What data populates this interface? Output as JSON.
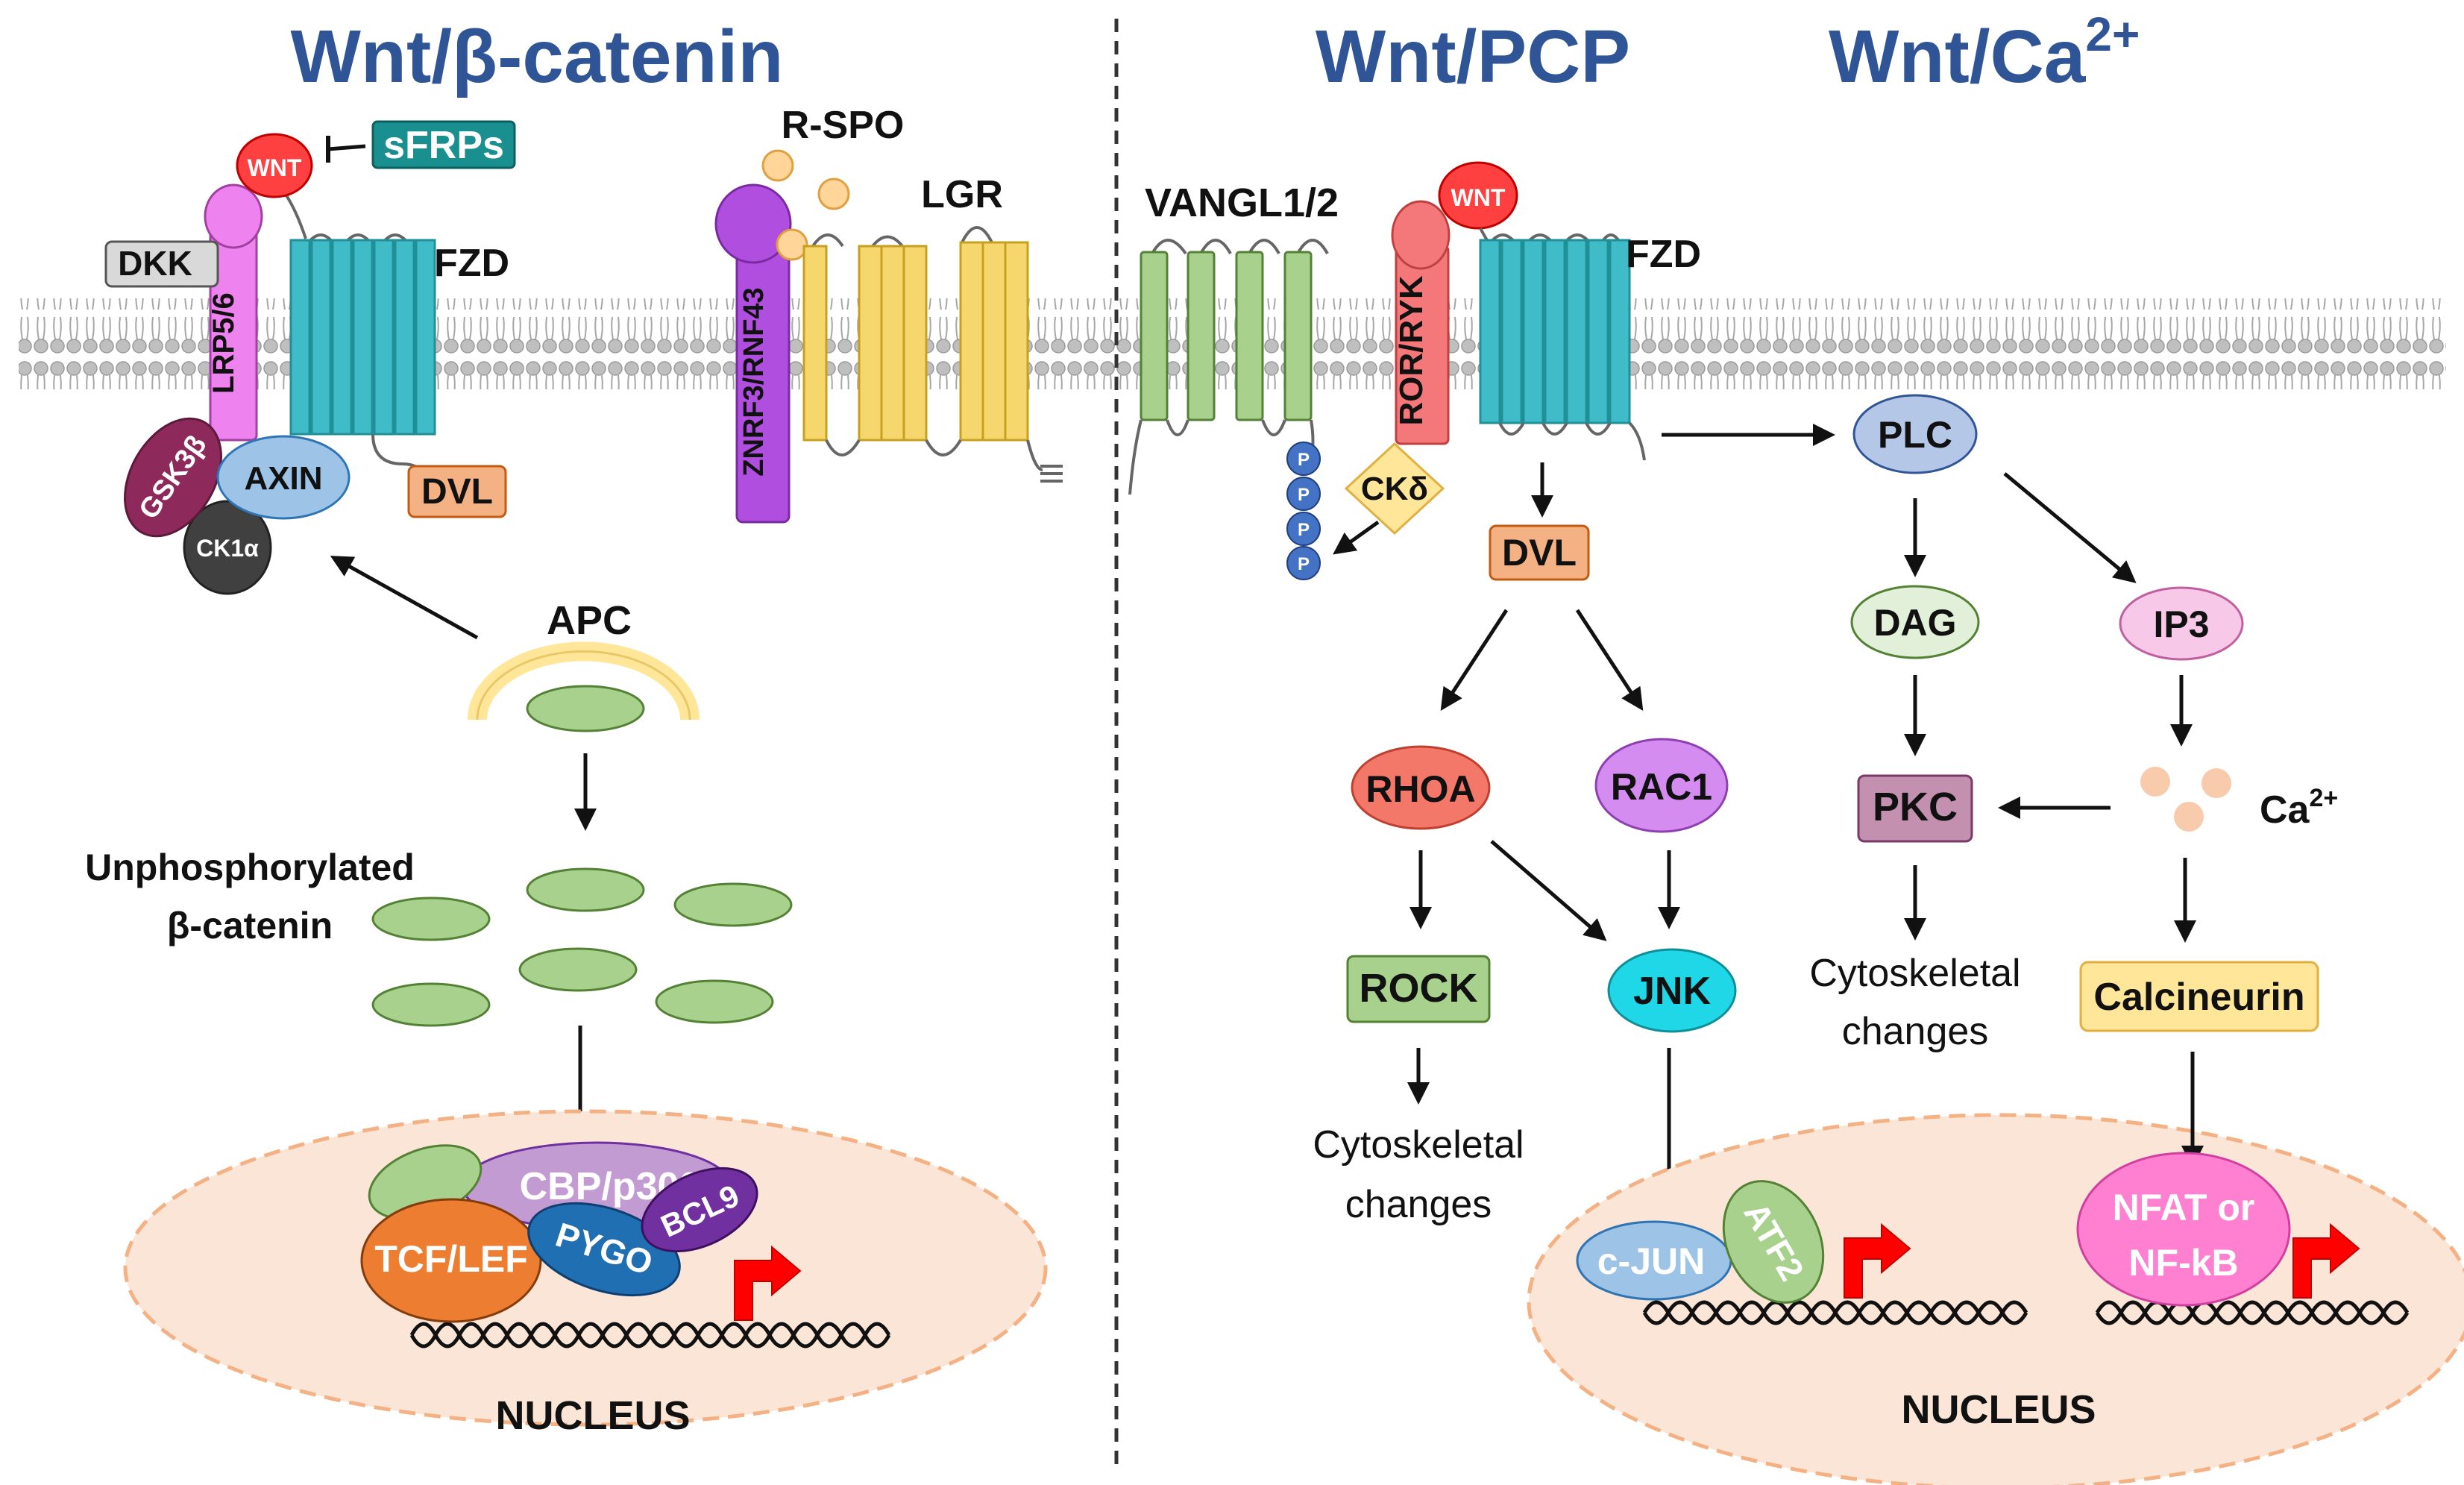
{
  "titles": {
    "canonical": "Wnt/β-catenin",
    "pcp": "Wnt/PCP",
    "calcium_base": "Wnt/Ca",
    "calcium_sup": "2+"
  },
  "left": {
    "wnt": "WNT",
    "sfrps": "sFRPs",
    "dkk": "DKK",
    "lrp": "LRP5/6",
    "fzd": "FZD",
    "gsk3b": "GSK3β",
    "axin": "AXIN",
    "ck1a": "CK1α",
    "dvl": "DVL",
    "rspo": "R-SPO",
    "lgr": "LGR",
    "znrf": "ZNRF3/RNF43",
    "apc": "APC",
    "unphos_line1": "Unphosphorylated",
    "unphos_line2": "β-catenin",
    "cbp": "CBP/p300",
    "tcf": "TCF/LEF",
    "pygo": "PYGO",
    "bcl9": "BCL9",
    "nucleus": "NUCLEUS"
  },
  "right": {
    "vangl": "VANGL1/2",
    "ror": "ROR/RYK",
    "wnt": "WNT",
    "fzd": "FZD",
    "p": "P",
    "ckd": "CKδ",
    "dvl": "DVL",
    "rhoa": "RHOA",
    "rac1": "RAC1",
    "rock": "ROCK",
    "jnk": "JNK",
    "cyto1_line1": "Cytoskeletal",
    "cyto1_line2": "changes",
    "cjun": "c-JUN",
    "atf2": "ATF2",
    "plc": "PLC",
    "dag": "DAG",
    "ip3": "IP3",
    "pkc": "PKC",
    "ca_base": "Ca",
    "ca_sup": "2+",
    "cyto2_line1": "Cytoskeletal",
    "cyto2_line2": "changes",
    "calcineurin": "Calcineurin",
    "nfat_line1": "NFAT or",
    "nfat_line2": "NF-kB",
    "nucleus": "NUCLEUS"
  },
  "colors": {
    "title": "#2f5597",
    "fzd": "#3fbcc7",
    "lrp": "#ee82ee",
    "znrf": "#b04ee0",
    "lgr": "#f5d76e",
    "vangl": "#a9d18e",
    "ror": "#f4787a",
    "wnt": "#ff4040",
    "sfrps": "#1a8f8f",
    "dvl": "#f4b183",
    "axin": "#9dc3e6",
    "gsk3b": "#8e2a5b",
    "ck1a": "#404040",
    "bcat": "#a9d18e",
    "apc": "#ffe699",
    "nucleus": "#fbe5d6",
    "cbp": "#c39bd3",
    "tcf": "#ed7d31",
    "pygo": "#1f6fb2",
    "bcl9": "#7030a0",
    "gene_arrow": "#ff0000",
    "rhoa": "#f4786a",
    "rac1": "#d48cf0",
    "rock": "#a9d18e",
    "jnk": "#1fd7e6",
    "cjun": "#9dc3e6",
    "atf2": "#a9d18e",
    "plc": "#b4c7e7",
    "dag": "#e2f0d9",
    "ip3": "#f8c8e8",
    "pkc": "#c390b0",
    "calcium": "#f8cbad",
    "calcineurin": "#ffe699",
    "nfat": "#ff80d0",
    "ckd": "#ffe699",
    "phospho": "#4472c4"
  }
}
